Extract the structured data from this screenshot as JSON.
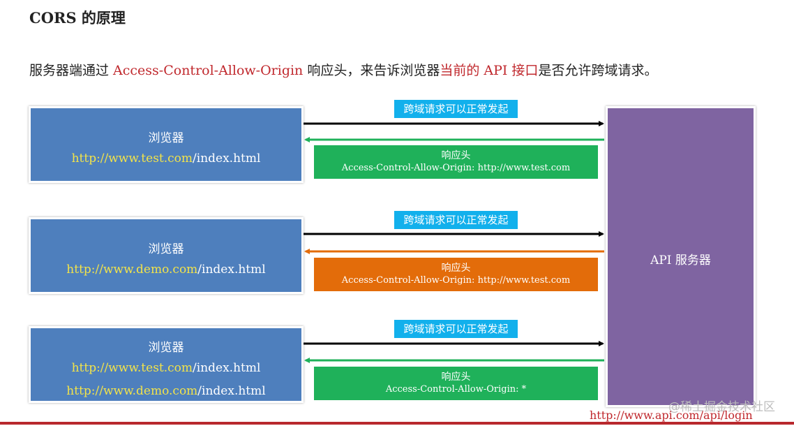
{
  "title": "CORS 的原理",
  "subtitle": {
    "p1": "服务器端通过 ",
    "p2": "Access-Control-Allow-Origin",
    "p3": " 响应头，来告诉浏览器",
    "p4": "当前的 API 接口",
    "p5": "是否允许跨域请求。"
  },
  "rows": [
    {
      "browser_label": "浏览器",
      "origins": [
        {
          "host": "http://www.test.com",
          "path": "/index.html"
        }
      ],
      "request_label": "跨域请求可以正常发起",
      "response_title": "响应头",
      "response_header": "Access-Control-Allow-Origin: http://www.test.com",
      "response_color": "#1fb15a"
    },
    {
      "browser_label": "浏览器",
      "origins": [
        {
          "host": "http://www.demo.com",
          "path": "/index.html"
        }
      ],
      "request_label": "跨域请求可以正常发起",
      "response_title": "响应头",
      "response_header": "Access-Control-Allow-Origin: http://www.test.com",
      "response_color": "#e36c0a"
    },
    {
      "browser_label": "浏览器",
      "origins": [
        {
          "host": "http://www.test.com",
          "path": "/index.html"
        },
        {
          "host": "http://www.demo.com",
          "path": "/index.html"
        }
      ],
      "request_label": "跨域请求可以正常发起",
      "response_title": "响应头",
      "response_header": "Access-Control-Allow-Origin: *",
      "response_color": "#1fb15a"
    }
  ],
  "server_label": "API 服务器",
  "footer_url": "http://www.api.com/api/login",
  "watermark": "@稀土掘金技术社区"
}
